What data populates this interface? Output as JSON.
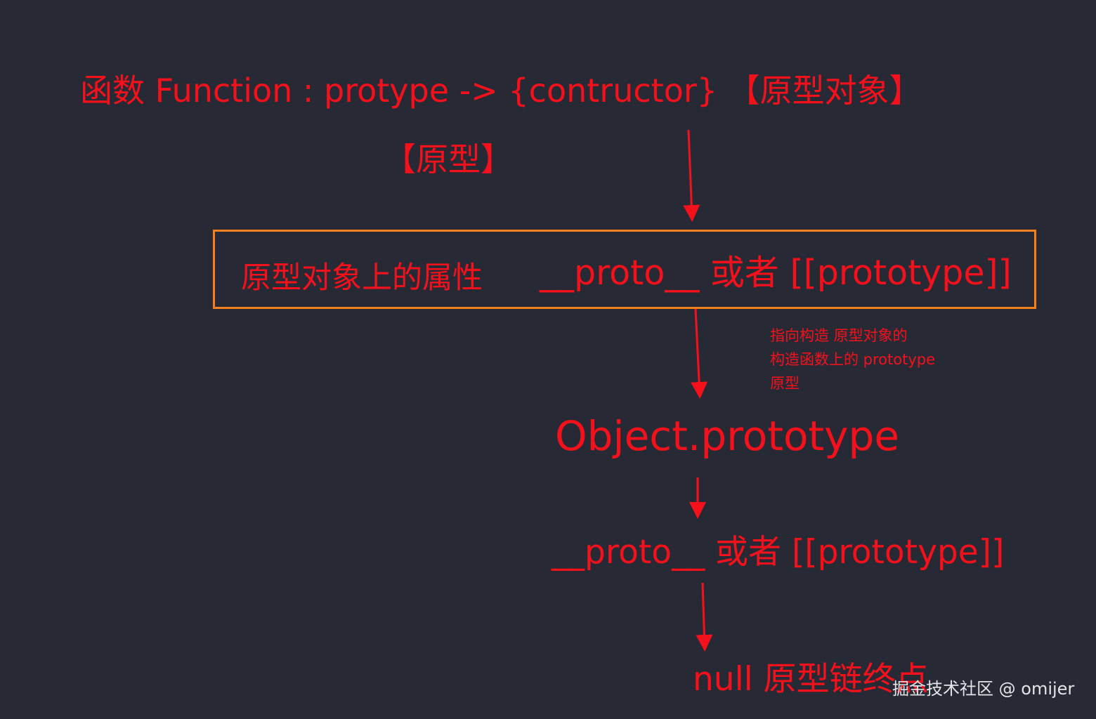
{
  "colors": {
    "background": "#272a35",
    "text": "#f5111c",
    "box_border": "#f5821f",
    "watermark": "#e4e4e8"
  },
  "title": "函数 Function  : protype -> {contructor}  【原型对象】",
  "prototype_label": "【原型】",
  "box": {
    "left_text": "原型对象上的属性",
    "right_text": "__proto__  或者 [[prototype]]"
  },
  "note_lines": [
    "指向构造 原型对象的",
    "构造函数上的 prototype",
    "原型"
  ],
  "object_prototype": "Object.prototype",
  "proto_again": "__proto__ 或者 [[prototype]]",
  "end": "null  原型链终点",
  "watermark": "掘金技术社区 @ omijer"
}
